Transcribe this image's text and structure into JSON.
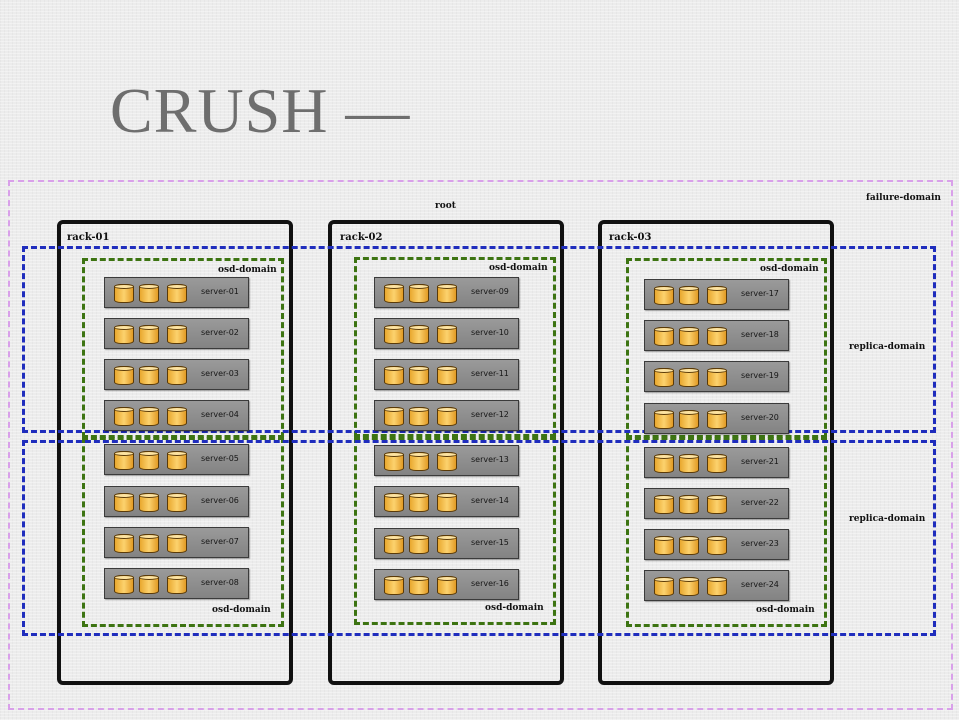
{
  "title": "CRUSH —",
  "labels": {
    "root": "root",
    "failure_domain": "failure-domain",
    "replica_domain_top": "replica-domain",
    "replica_domain_bottom": "replica-domain",
    "osd_domain": "osd-domain"
  },
  "racks": [
    {
      "label": "rack-01",
      "servers": [
        "server-01",
        "server-02",
        "server-03",
        "server-04",
        "server-05",
        "server-06",
        "server-07",
        "server-08"
      ]
    },
    {
      "label": "rack-02",
      "servers": [
        "server-09",
        "server-10",
        "server-11",
        "server-12",
        "server-13",
        "server-14",
        "server-15",
        "server-16"
      ]
    },
    {
      "label": "rack-03",
      "servers": [
        "server-17",
        "server-18",
        "server-19",
        "server-20",
        "server-21",
        "server-22",
        "server-23",
        "server-24"
      ]
    }
  ],
  "colors": {
    "failure_domain": "#d9a0ea",
    "replica_domain": "#1f2dbd",
    "osd_domain": "#3d7412",
    "rack_border": "#111111",
    "server": "#8c8c8c",
    "disk": "#f5bd45"
  }
}
